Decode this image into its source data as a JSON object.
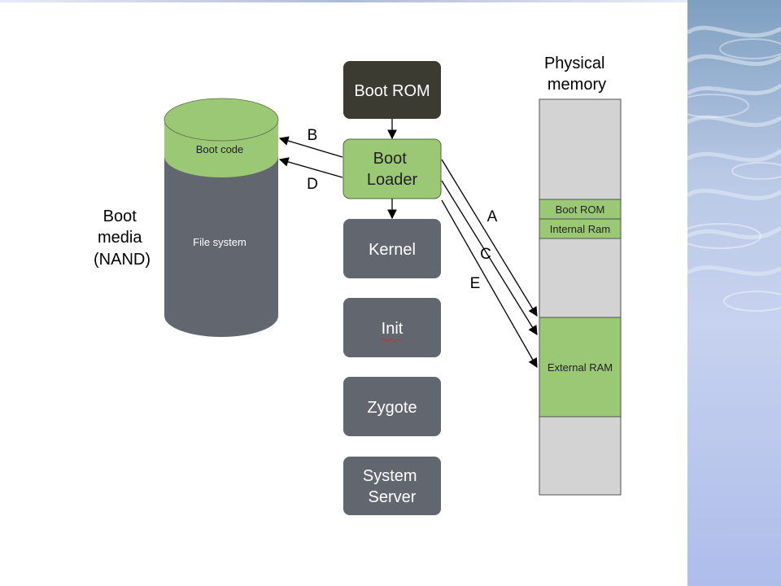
{
  "diagram": {
    "boot_media": {
      "label_lines": [
        "Boot",
        "media",
        "(NAND)"
      ],
      "boot_code": "Boot code",
      "file_system": "File system"
    },
    "boot_chain": [
      {
        "id": "boot-rom",
        "lines": [
          "Boot ROM"
        ]
      },
      {
        "id": "boot-loader",
        "lines": [
          "Boot",
          "Loader"
        ]
      },
      {
        "id": "kernel",
        "lines": [
          "Kernel"
        ]
      },
      {
        "id": "init",
        "lines": [
          "Init"
        ]
      },
      {
        "id": "zygote",
        "lines": [
          "Zygote"
        ]
      },
      {
        "id": "system-server",
        "lines": [
          "System",
          "Server"
        ]
      }
    ],
    "physical_memory": {
      "title_lines": [
        "Physical",
        "memory"
      ],
      "regions": [
        "Boot ROM",
        "Internal Ram",
        "External RAM"
      ]
    },
    "arrow_labels": {
      "a": "A",
      "b": "B",
      "c": "C",
      "d": "D",
      "e": "E"
    },
    "colors": {
      "green": "#9bc874",
      "dark_block": "#3b3b32",
      "gray_block": "#62676f",
      "memory_gray": "#d3d3d3",
      "border": "#404040",
      "sidebar": "#b7c6ea"
    }
  }
}
